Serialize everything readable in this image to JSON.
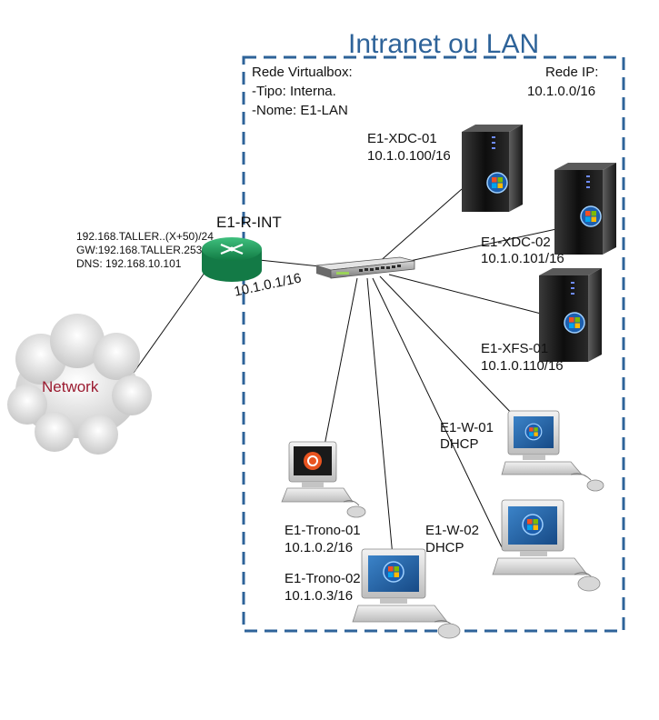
{
  "title": "Intranet ou LAN",
  "vbox": {
    "line1": "Rede Virtualbox:",
    "line2": "-Tipo: Interna.",
    "line3": "-Nome: E1-LAN"
  },
  "ipnet": {
    "label": "Rede IP:",
    "value": "10.1.0.0/16"
  },
  "router": {
    "name": "E1-R-INT",
    "ext_ip": "192.168.TALLER..(X+50)/24",
    "gw": "GW:192.168.TALLER.253",
    "dns": "DNS: 192.168.10.101",
    "int_ip": "10.1.0.1/16"
  },
  "network_label": "Network",
  "servers": [
    {
      "name": "E1-XDC-01",
      "ip": "10.1.0.100/16"
    },
    {
      "name": "E1-XDC-02",
      "ip": "10.1.0.101/16"
    },
    {
      "name": "E1-XFS-01",
      "ip": "10.1.0.110/16"
    }
  ],
  "clients": [
    {
      "name": "E1-W-01",
      "ip": "DHCP"
    },
    {
      "name": "E1-W-02",
      "ip": "DHCP"
    },
    {
      "name": "E1-Trono-01",
      "ip": "10.1.0.2/16"
    },
    {
      "name": "E1-Trono-02",
      "ip": "10.1.0.3/16"
    }
  ],
  "colors": {
    "lan_border": "#2e6399",
    "router": "#1e9a5a",
    "network_text": "#9b1b30",
    "line": "#111111"
  }
}
